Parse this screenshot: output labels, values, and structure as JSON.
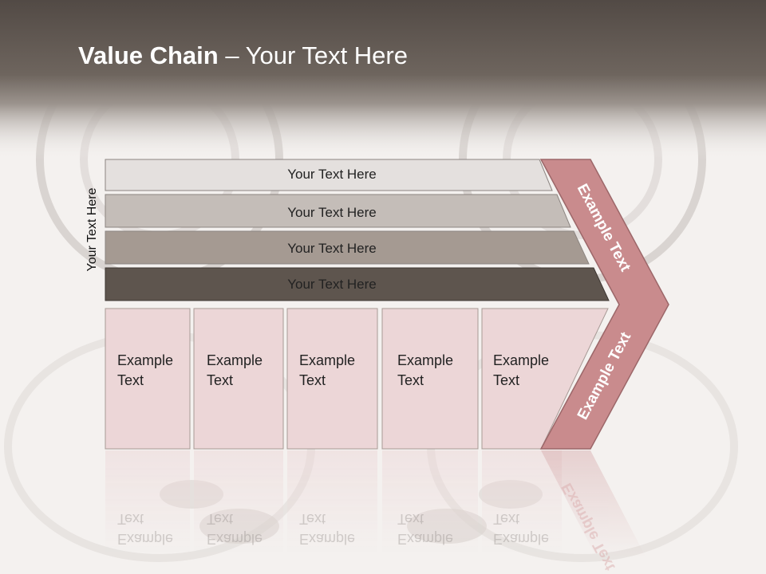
{
  "slide": {
    "title_bold": "Value Chain",
    "title_rest": " – Your Text Here",
    "side_label": "Your Text Here"
  },
  "bars": [
    {
      "label": "Your Text Here",
      "color": "#e4e0de"
    },
    {
      "label": "Your Text Here",
      "color": "#c4bdb8"
    },
    {
      "label": "Your Text Here",
      "color": "#a59a92"
    },
    {
      "label": "Your Text Here",
      "color": "#5e554e"
    }
  ],
  "boxes": [
    {
      "line1": "Example",
      "line2": "Text"
    },
    {
      "line1": "Example",
      "line2": "Text"
    },
    {
      "line1": "Example",
      "line2": "Text"
    },
    {
      "line1": "Example",
      "line2": "Text"
    },
    {
      "line1": "Example",
      "line2": "Text"
    }
  ],
  "chevron": {
    "top_label": "Example Text",
    "bottom_label": "Example Text",
    "color": "#c98b8d"
  },
  "colors": {
    "header": "#5a524c",
    "box_fill": "#ecd6d7",
    "box_stroke": "#a89a96"
  }
}
